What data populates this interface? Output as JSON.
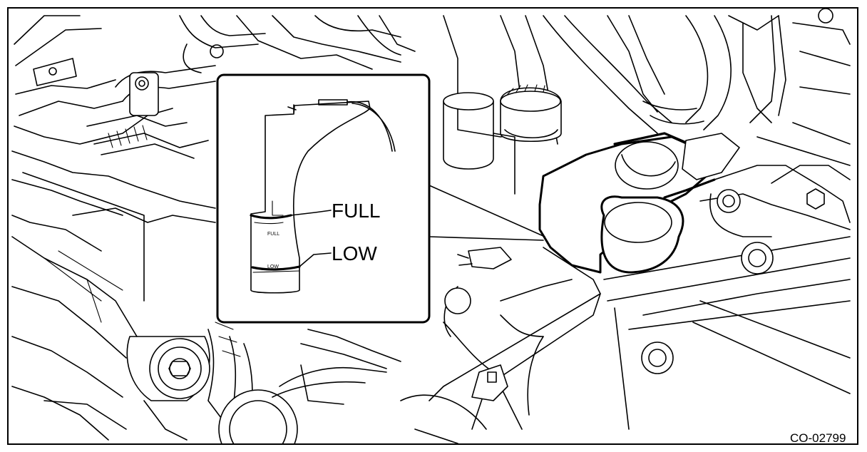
{
  "callouts": {
    "full": "FULL",
    "low": "LOW"
  },
  "tank_marks": {
    "full": "FULL",
    "low": "LOW"
  },
  "figure_code": "CO-02799",
  "colors": {
    "line": "#000000",
    "background": "#ffffff"
  }
}
